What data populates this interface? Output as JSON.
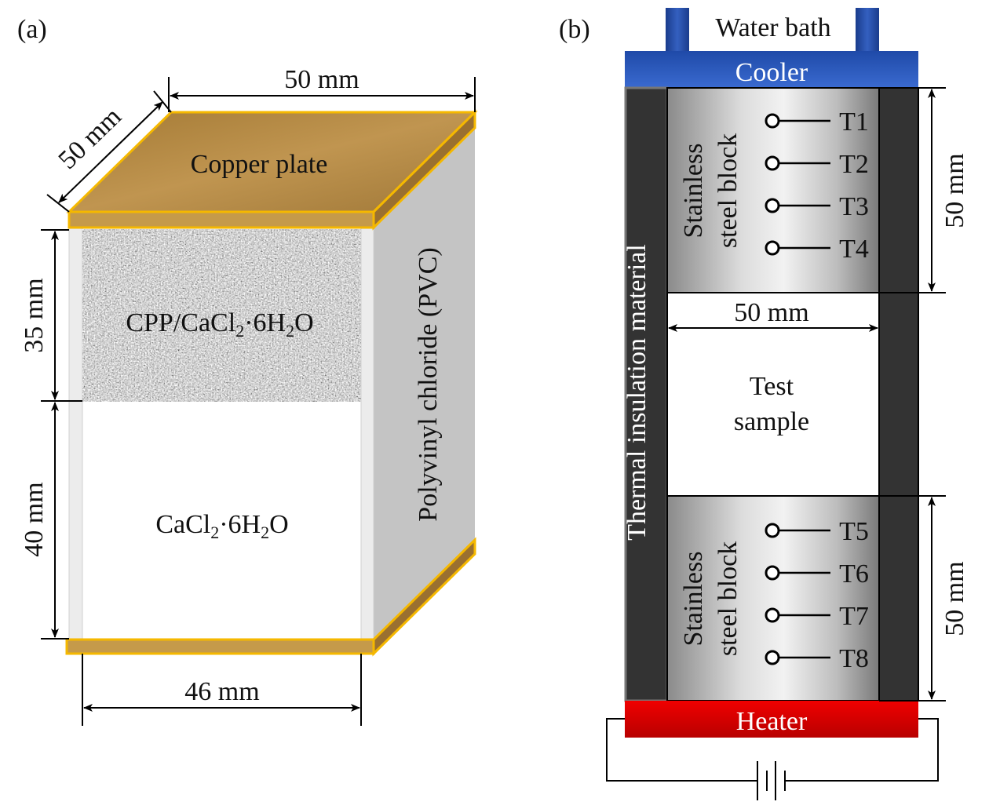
{
  "panel_a": {
    "label": "(a)",
    "dim_top": "50 mm",
    "dim_depth": "50 mm",
    "dim_upper_height": "35 mm",
    "dim_lower_height": "40 mm",
    "dim_bottom": "46 mm",
    "copper_plate": "Copper plate",
    "composite_parts": [
      "CPP/CaCl",
      "2",
      "·6H",
      "2",
      "O"
    ],
    "salt_parts": [
      "CaCl",
      "2",
      "·6H",
      "2",
      "O"
    ],
    "pvc": "Polyvinyl chloride (PVC)"
  },
  "panel_b": {
    "label": "(b)",
    "water_bath": "Water bath",
    "cooler": "Cooler",
    "heater": "Heater",
    "insulation": "Thermal insulation material",
    "steel_line1": "Stainless",
    "steel_line2": "steel block",
    "sample_line1": "Test",
    "sample_line2": "sample",
    "dim_width": "50 mm",
    "dim_top_block": "50 mm",
    "dim_bottom_block": "50 mm",
    "thermocouples_top": [
      "T1",
      "T2",
      "T3",
      "T4"
    ],
    "thermocouples_bottom": [
      "T5",
      "T6",
      "T7",
      "T8"
    ]
  },
  "colors": {
    "copper": "#b88a3c",
    "plate_edge": "#f5b800",
    "cooler": "#2a56b8",
    "heater": "#e00000",
    "insulation": "#333333",
    "pvc": "#c4c4c4"
  }
}
